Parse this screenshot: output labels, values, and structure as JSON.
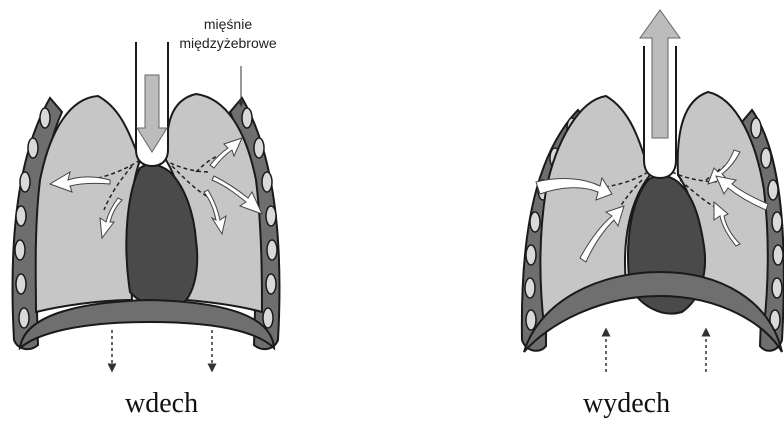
{
  "panels": {
    "inhale": {
      "caption": "wdech",
      "annotation": {
        "text_line1": "mięśnie",
        "text_line2": "międzyżebrowe"
      }
    },
    "exhale": {
      "caption": "wydech"
    }
  },
  "colors": {
    "lung": "#c6c6c6",
    "heart": "#4a4a4a",
    "diaphragm": "#6f6f6f",
    "chest_wall": "#6e6e6e",
    "rib": "#d9d9d9",
    "airflow_arrow": "#bcbcbc",
    "outline": "#1a1a1a"
  }
}
